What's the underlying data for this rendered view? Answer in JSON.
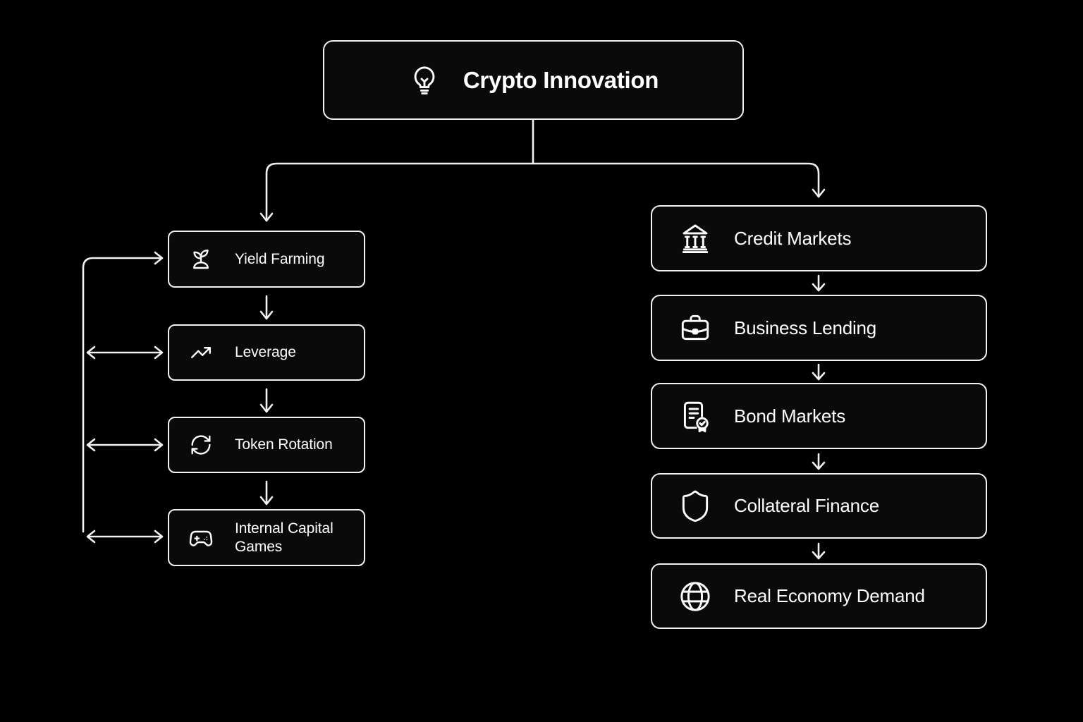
{
  "root": {
    "label": "Crypto Innovation",
    "icon": "lightbulb-icon"
  },
  "left_branch": {
    "nodes": [
      {
        "label": "Yield Farming",
        "icon": "sprout-icon"
      },
      {
        "label": "Leverage",
        "icon": "trending-up-icon"
      },
      {
        "label": "Token Rotation",
        "icon": "refresh-icon"
      },
      {
        "label": "Internal Capital Games",
        "icon": "gamepad-icon"
      }
    ],
    "flow": "top-down chain with feedback loop returning to Yield Farming; double-headed arrows link loop line to Leverage, Token Rotation and Internal Capital Games"
  },
  "right_branch": {
    "nodes": [
      {
        "label": "Credit Markets",
        "icon": "bank-icon"
      },
      {
        "label": "Business Lending",
        "icon": "briefcase-icon"
      },
      {
        "label": "Bond Markets",
        "icon": "certificate-icon"
      },
      {
        "label": "Collateral Finance",
        "icon": "shield-icon"
      },
      {
        "label": "Real Economy Demand",
        "icon": "globe-icon"
      }
    ],
    "flow": "top-down chain"
  },
  "colors": {
    "background": "#000000",
    "line": "#f2f2f2",
    "box_fill": "#0a0a0a",
    "text": "#ffffff"
  }
}
